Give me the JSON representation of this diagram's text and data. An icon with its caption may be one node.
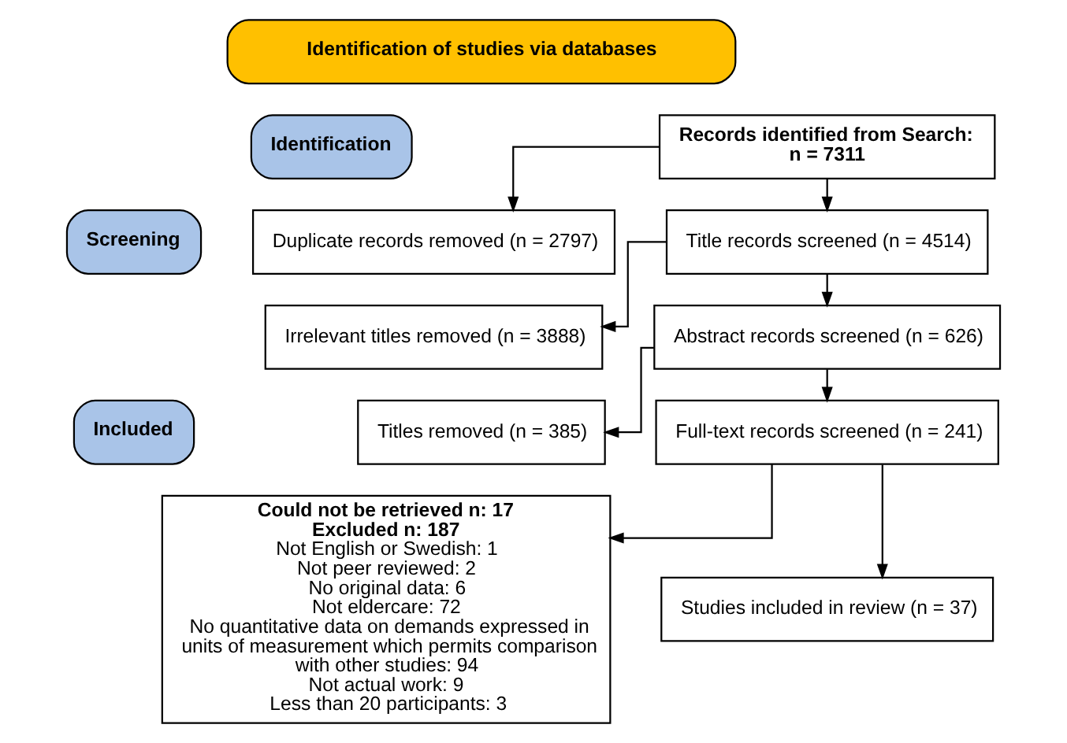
{
  "diagram": {
    "nodes": [
      {
        "text": [
          "Identification of studies via databases"
        ]
      },
      {
        "text": [
          "Identification"
        ]
      },
      {
        "text": [
          "Screening"
        ]
      },
      {
        "text": [
          "Included"
        ]
      },
      {
        "text": [
          "Records identified from Search:",
          "n = 7311"
        ]
      },
      {
        "text": [
          "Duplicate records removed (n = 2797)"
        ]
      },
      {
        "text": [
          "Title records screened (n = 4514)"
        ]
      },
      {
        "text": [
          "Irrelevant titles removed (n = 3888)"
        ]
      },
      {
        "text": [
          "Abstract records screened (n = 626)"
        ]
      },
      {
        "text": [
          "Titles removed (n = 385)"
        ]
      },
      {
        "text": [
          "Full-text records screened (n = 241)"
        ]
      },
      {
        "text": [
          "Could not be retrieved n: 17",
          "Excluded n: 187",
          "Not English or Swedish: 1",
          "Not peer reviewed: 2",
          "No original data: 6",
          "Not eldercare: 72",
          "No quantitative data on demands expressed in units of measurement which permits comparison with other studies: 94",
          "Not actual work: 9",
          "Less than 20 participants: 3"
        ]
      },
      {
        "text": [
          "Studies included in review (n = 37)"
        ]
      }
    ],
    "edges": [
      {
        "from": 4,
        "to": 6,
        "arrow": "to"
      },
      {
        "from": 4,
        "to": 5,
        "arrow": "to"
      },
      {
        "from": 6,
        "to": 8,
        "arrow": "to"
      },
      {
        "from": 6,
        "to": 7,
        "arrow": "to"
      },
      {
        "from": 8,
        "to": 10,
        "arrow": "to"
      },
      {
        "from": 8,
        "to": 9,
        "arrow": "to"
      },
      {
        "from": 10,
        "to": 12,
        "arrow": "to"
      },
      {
        "from": 10,
        "to": 11,
        "arrow": "to"
      }
    ]
  }
}
